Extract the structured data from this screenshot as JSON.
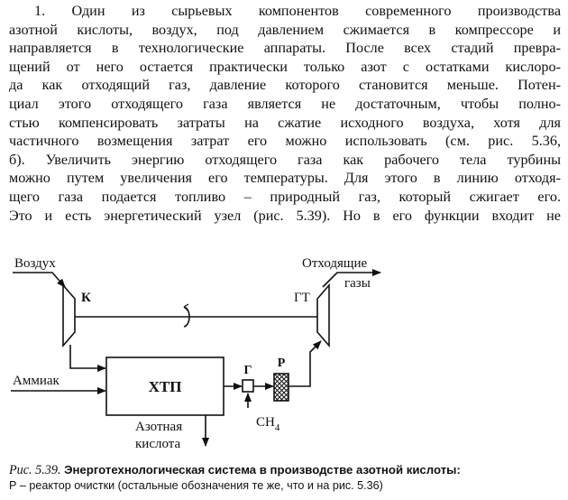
{
  "paragraph": {
    "lines": [
      "1. Один из сырьевых компонентов современного производства",
      "азотной кислоты, воздух, под давлением сжимается в компрессоре и",
      "направляется в технологические аппараты. После всех стадий превра-",
      "щений от него остается практически только азот с остатками кислоро-",
      "да как отходящий газ, давление которого становится меньше. Потен-",
      "циал этого отходящего газа является не достаточным, чтобы полно-",
      "стью компенсировать затраты на сжатие исходного воздуха, хотя для",
      "частичного возмещения затрат его можно использовать (см. рис. 5.36,",
      "б). Увеличить энергию отходящего газа как рабочего тела турбины",
      "можно путем увеличения его температуры. Для этого в линию отходя-",
      "щего газа подается топливо – природный газ, который сжигает его.",
      "Это и есть энергетический узел (рис. 5.39). Но в его функции входит не"
    ]
  },
  "diagram": {
    "labels": {
      "air_in": "Воздух",
      "compressor": "К",
      "exhaust_line1": "Отходящие",
      "exhaust_line2": "газы",
      "turbine": "ГТ",
      "ammonia_in": "Аммиак",
      "reactor_block": "ХТП",
      "burner": "Г",
      "purifier": "Р",
      "fuel_base": "CH",
      "fuel_sub": "4",
      "acid_line1": "Азотная",
      "acid_line2": "кислота"
    }
  },
  "caption": {
    "label": "Рис. 5.39.",
    "title": "Энерготехнологическая система в производстве азотной кислоты:",
    "subtitle": "Р – реактор очистки (остальные обозначения те же, что и на рис. 5.36)"
  }
}
